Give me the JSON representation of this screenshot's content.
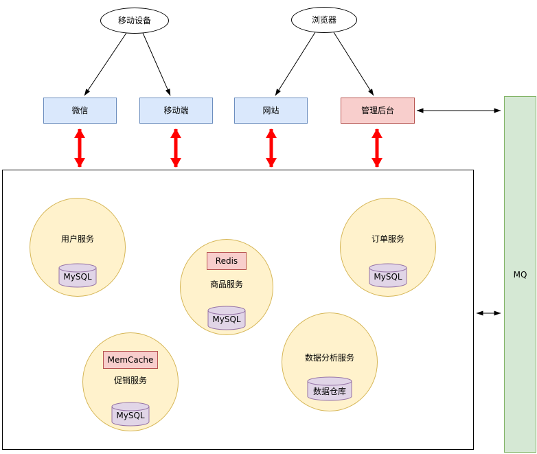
{
  "diagram": {
    "top_nodes": {
      "mobile_device": "移动设备",
      "browser": "浏览器"
    },
    "channels": {
      "wechat": "微信",
      "mobile_client": "移动端",
      "website": "网站",
      "admin_console": "管理后台"
    },
    "mq": "MQ",
    "services": {
      "user": {
        "name": "用户服务",
        "db": "MySQL"
      },
      "product": {
        "name": "商品服务",
        "cache": "Redis",
        "db": "MySQL"
      },
      "order": {
        "name": "订单服务",
        "db": "MySQL"
      },
      "promotion": {
        "name": "促销服务",
        "cache": "MemCache",
        "db": "MySQL"
      },
      "analytics": {
        "name": "数据分析服务",
        "db": "数据仓库"
      }
    },
    "colors": {
      "channel_fill": "#dae8fc",
      "channel_stroke": "#6c8ebf",
      "admin_fill": "#f8cecc",
      "admin_stroke": "#b85450",
      "service_fill": "#fff2cc",
      "service_stroke": "#d6b656",
      "db_fill": "#e1d5e7",
      "db_stroke": "#9673a6",
      "mq_fill": "#d5e8d4",
      "mq_stroke": "#82b366",
      "bus_arrow": "#ff0000"
    }
  }
}
